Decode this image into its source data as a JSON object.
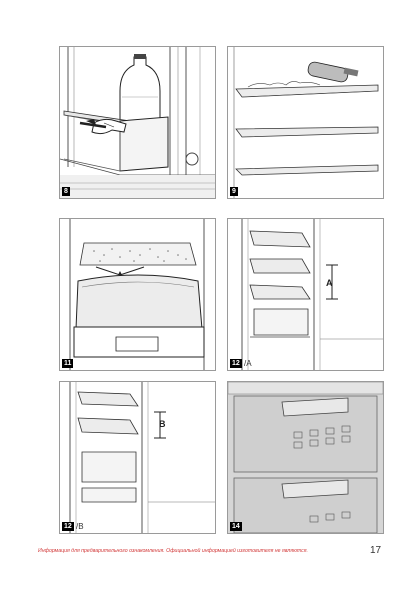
{
  "figures": [
    {
      "number": "8",
      "suffix": ""
    },
    {
      "number": "9",
      "suffix": ""
    },
    {
      "number": "11",
      "suffix": ""
    },
    {
      "number": "12",
      "suffix": "/A"
    },
    {
      "number": "12",
      "suffix": "/B"
    },
    {
      "number": "14",
      "suffix": ""
    }
  ],
  "labels": {
    "dimension_a": "A",
    "dimension_b": "B"
  },
  "footer": {
    "note": "Информация для предварительного ознакомления. Официальной информацией изготовителя не являются.",
    "page_number": "17"
  }
}
